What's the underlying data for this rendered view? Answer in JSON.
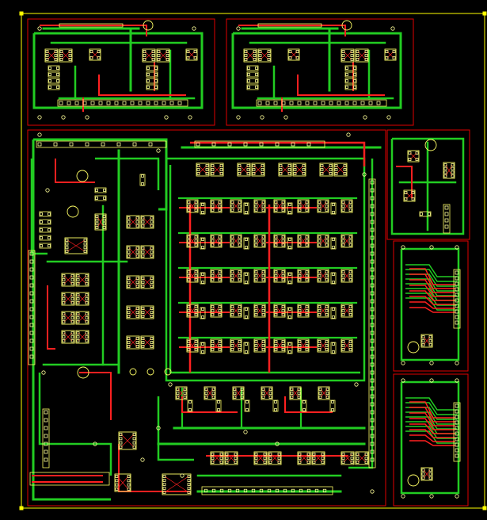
{
  "view": {
    "background": "#000000",
    "board_outline_color": "#ffff00",
    "keepout_color": "#e00000",
    "silkscreen_color": "#ffff66",
    "top_copper_color": "#ff2020",
    "bottom_copper_color": "#22cc22",
    "pad_color": "#ffff99"
  },
  "layers": [
    "board-outline",
    "keepout",
    "bottom-copper",
    "top-copper",
    "silkscreen",
    "pads"
  ]
}
